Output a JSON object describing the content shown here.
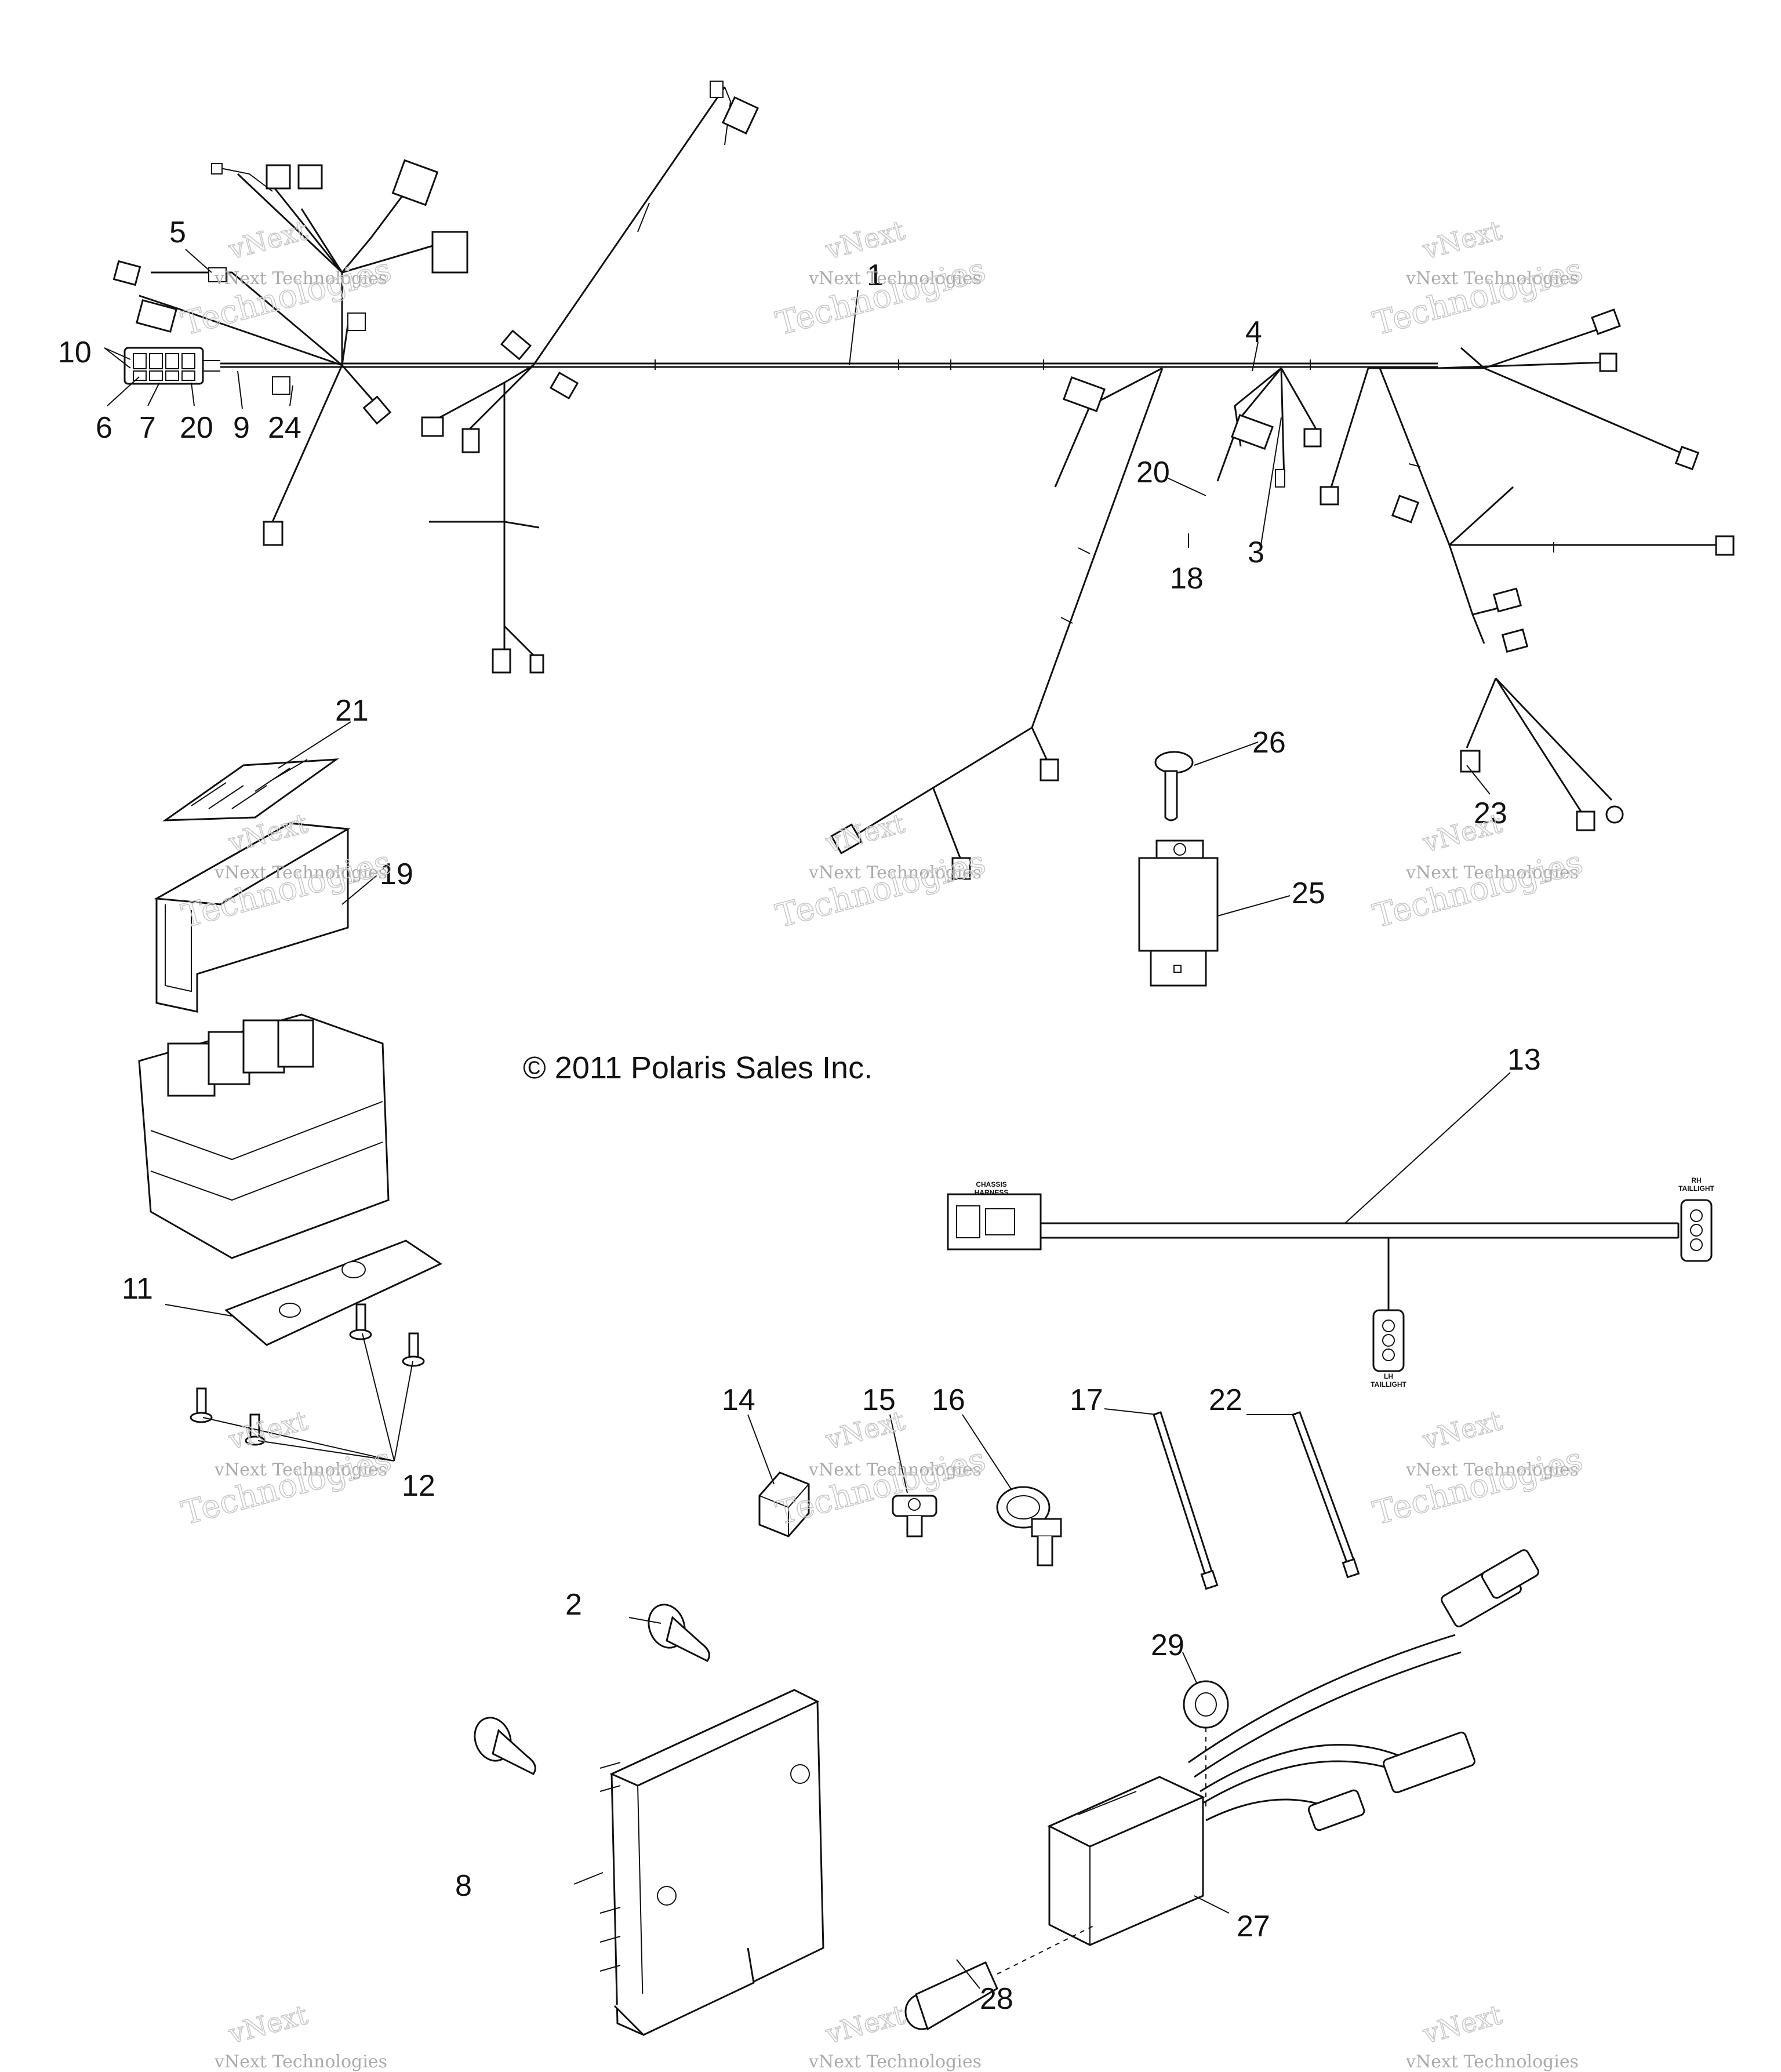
{
  "copyright": "© 2011 Polaris Sales Inc.",
  "watermark": {
    "line1": "vNext",
    "line2": "vNext Technologies",
    "line3": "Technologies"
  },
  "harness_labels": {
    "chassis_line1": "CHASSIS",
    "chassis_line2": "HARNESS",
    "rh_line1": "RH",
    "rh_line2": "TAILLIGHT",
    "lh_line1": "LH",
    "lh_line2": "TAILLIGHT"
  },
  "callouts": {
    "c1": "1",
    "c2": "2",
    "c3": "3",
    "c4": "4",
    "c5": "5",
    "c6": "6",
    "c7": "7",
    "c8": "8",
    "c9": "9",
    "c10": "10",
    "c11": "11",
    "c12": "12",
    "c13": "13",
    "c14": "14",
    "c15": "15",
    "c16": "16",
    "c17": "17",
    "c18": "18",
    "c19": "19",
    "c20a": "20",
    "c20b": "20",
    "c21": "21",
    "c22": "22",
    "c23": "23",
    "c24": "24",
    "c25": "25",
    "c26": "26",
    "c27": "27",
    "c28": "28",
    "c29": "29"
  },
  "colors": {
    "line": "#111111",
    "watermark": "#aaaaaa",
    "background": "#ffffff"
  }
}
